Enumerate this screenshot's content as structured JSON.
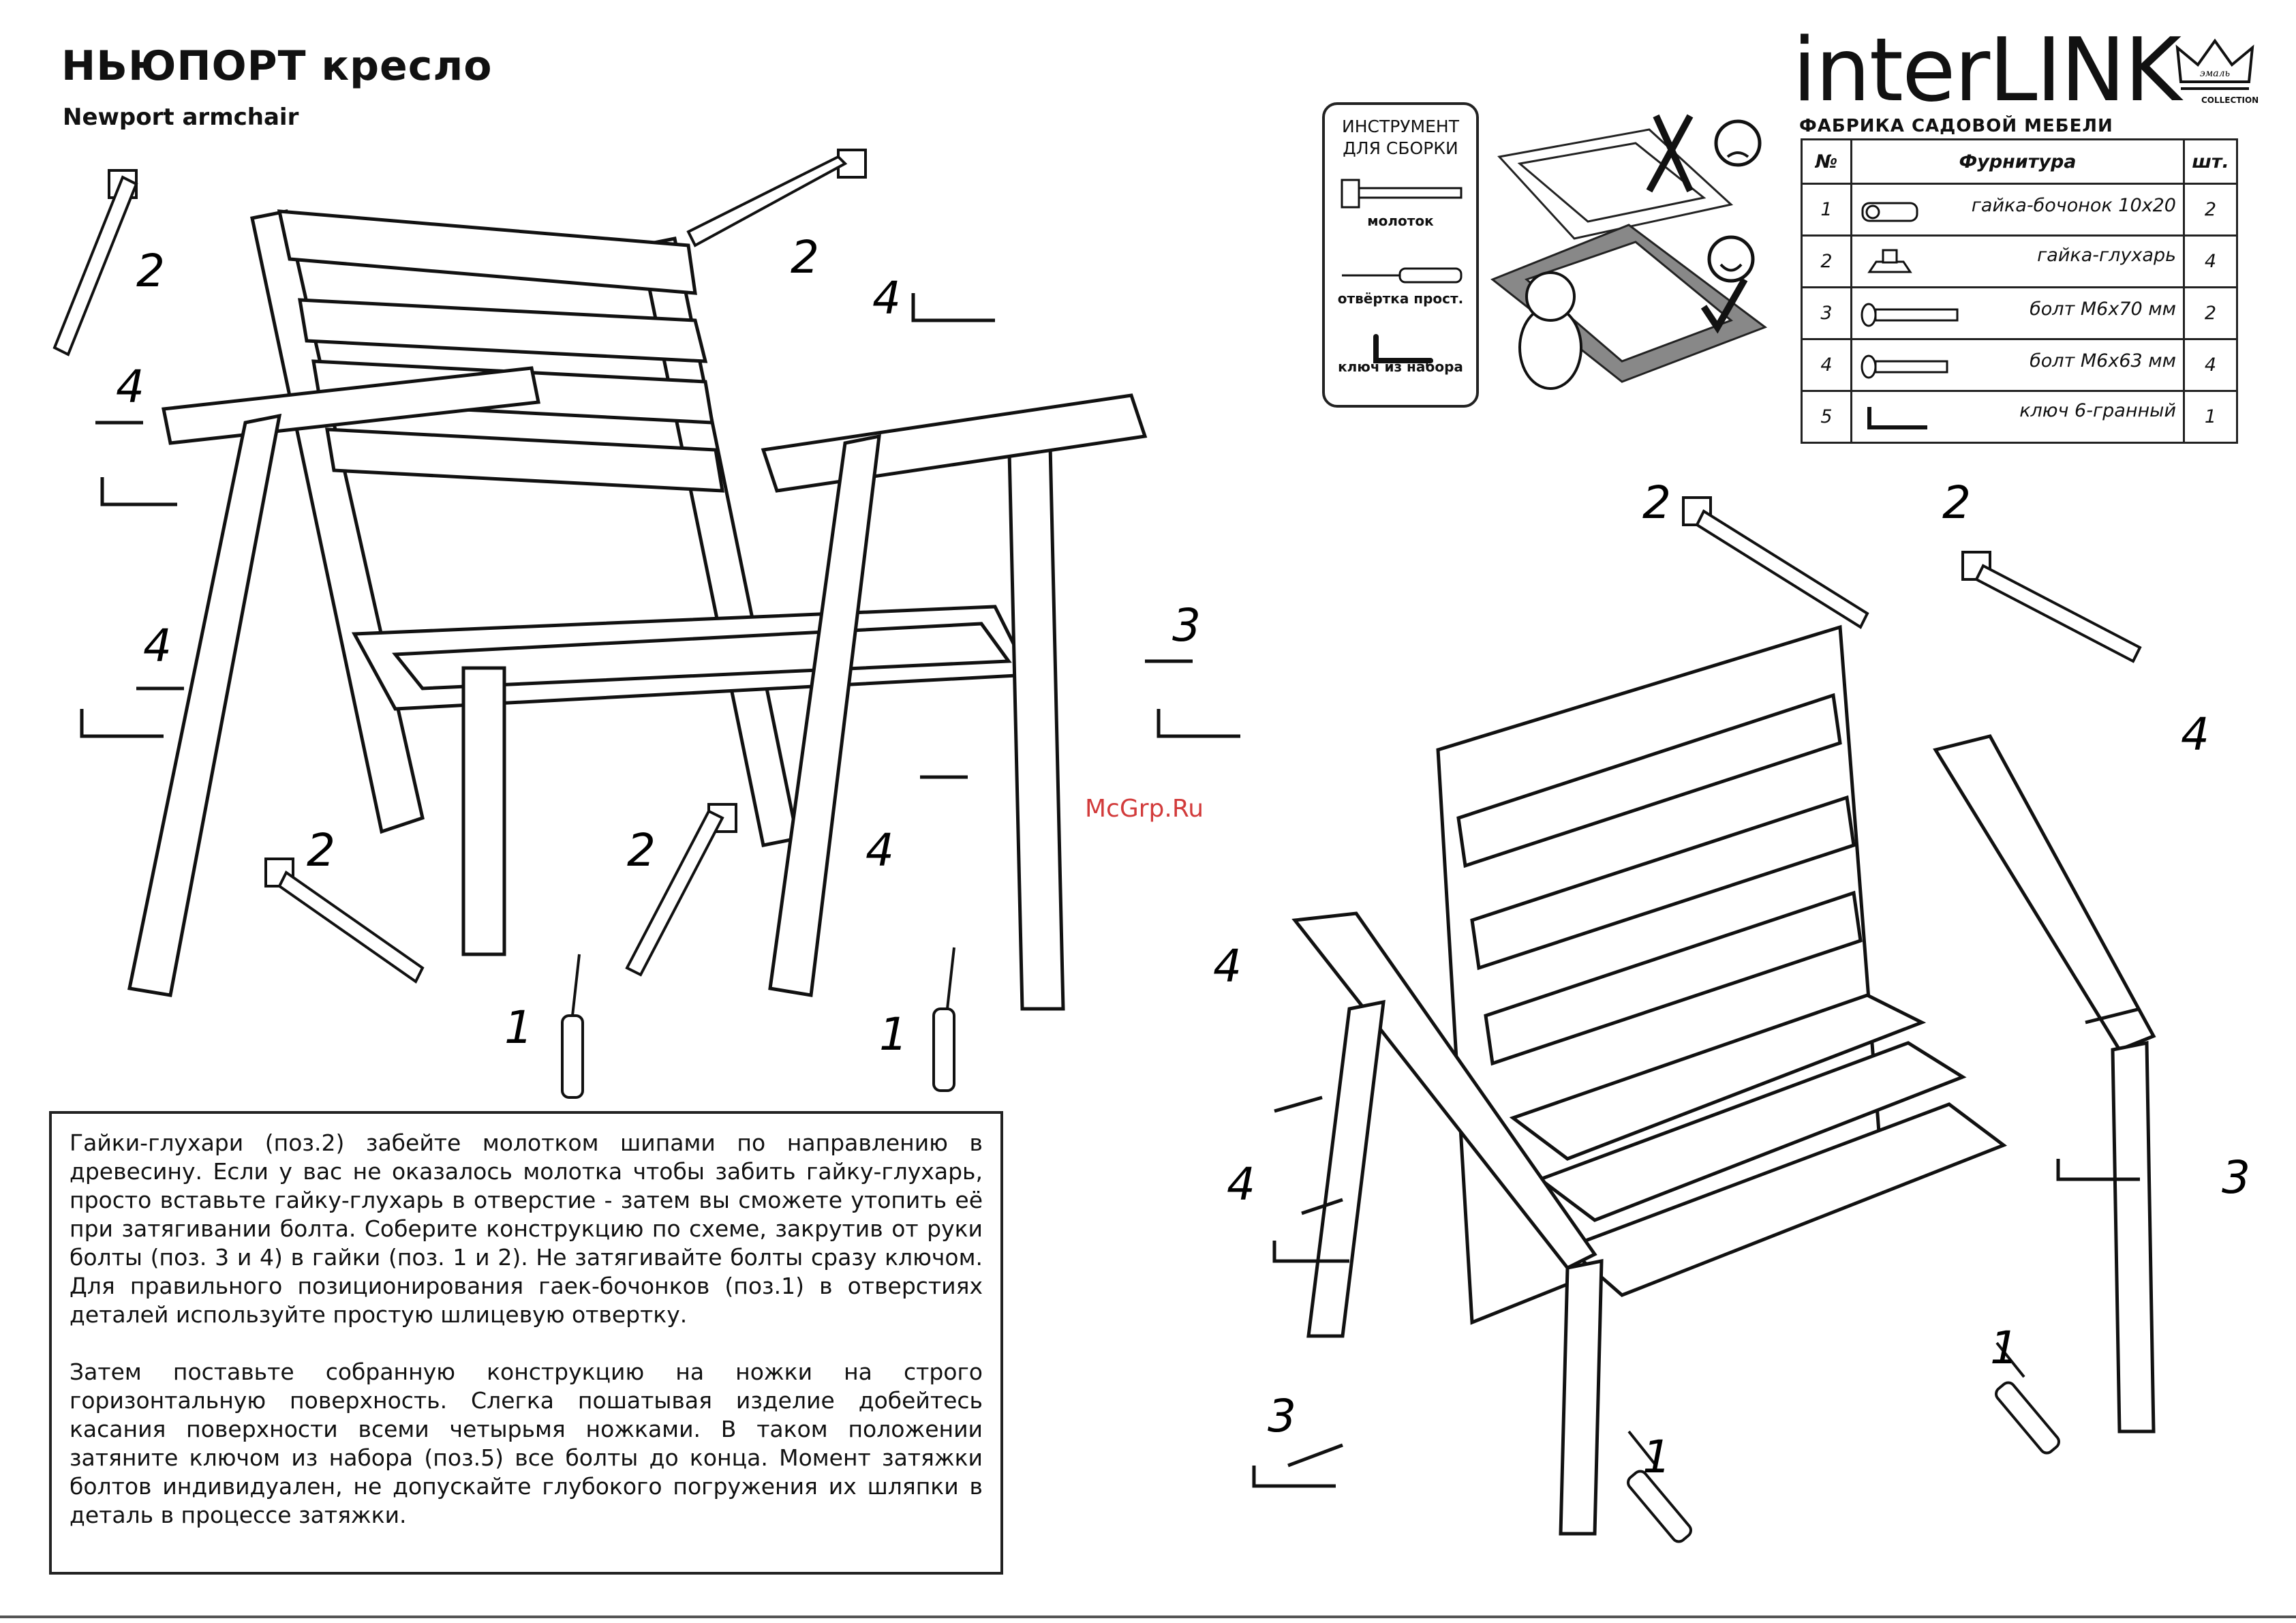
{
  "header": {
    "title_ru": "НЬЮПОРТ кресло",
    "title_en": "Newport armchair"
  },
  "logo": {
    "brand": "interLINK",
    "subtitle": "ФАБРИКА САДОВОЙ МЕБЕЛИ",
    "crown_text": "COLLECTION"
  },
  "tools": {
    "title_line1": "ИНСТРУМЕНТ",
    "title_line2": "ДЛЯ СБОРКИ",
    "items": [
      {
        "label": "молоток",
        "icon": "hammer-icon"
      },
      {
        "label": "отвёртка прост.",
        "icon": "screwdriver-icon"
      },
      {
        "label": "ключ из набора",
        "icon": "hex-key-icon"
      }
    ]
  },
  "parts_table": {
    "headers": [
      "№",
      "Фурнитура",
      "шт."
    ],
    "rows": [
      {
        "n": "1",
        "name": "гайка-бочонок 10х20",
        "qty": "2",
        "icon": "barrel-nut-icon"
      },
      {
        "n": "2",
        "name": "гайка-глухарь",
        "qty": "4",
        "icon": "tee-nut-icon"
      },
      {
        "n": "3",
        "name": "болт М6х70 мм",
        "qty": "2",
        "icon": "bolt-icon"
      },
      {
        "n": "4",
        "name": "болт М6х63 мм",
        "qty": "4",
        "icon": "bolt-icon"
      },
      {
        "n": "5",
        "name": "ключ 6-гранный",
        "qty": "1",
        "icon": "hex-key-icon"
      }
    ]
  },
  "instructions": {
    "paragraph1": "Гайки-глухари (поз.2) забейте  молотком шипами по направлению в древесину. Если у вас не оказалось молотка чтобы забить гайку-глухарь, просто вставьте гайку-глухарь в отверстие - затем вы сможете утопить её при затягивании болта. Соберите конструкцию по схеме, закрутив от руки болты (поз. 3 и 4) в гайки (поз. 1 и 2). Не затягивайте болты сразу ключом. Для правильного позиционирования гаек-бочонков (поз.1) в отверстиях деталей используйте простую шлицевую отвертку.",
    "paragraph2": "Затем поставьте собранную конструкцию на ножки на строго горизонтальную поверхность. Слегка пошатывая изделие добейтесь касания  поверхности всеми четырьмя ножками. В таком положении затяните ключом из набора (поз.5) все болты до конца. Момент затяжки болтов индивидуален, не допускайте глубокого погружения их шляпки в деталь в процессе затяжки."
  },
  "watermark": "McGrp.Ru",
  "callouts": {
    "left": [
      "2",
      "2",
      "4",
      "4",
      "4",
      "3",
      "2",
      "2",
      "4",
      "1",
      "1"
    ],
    "right": [
      "2",
      "2",
      "4",
      "4",
      "4",
      "3",
      "3",
      "1",
      "1"
    ]
  }
}
